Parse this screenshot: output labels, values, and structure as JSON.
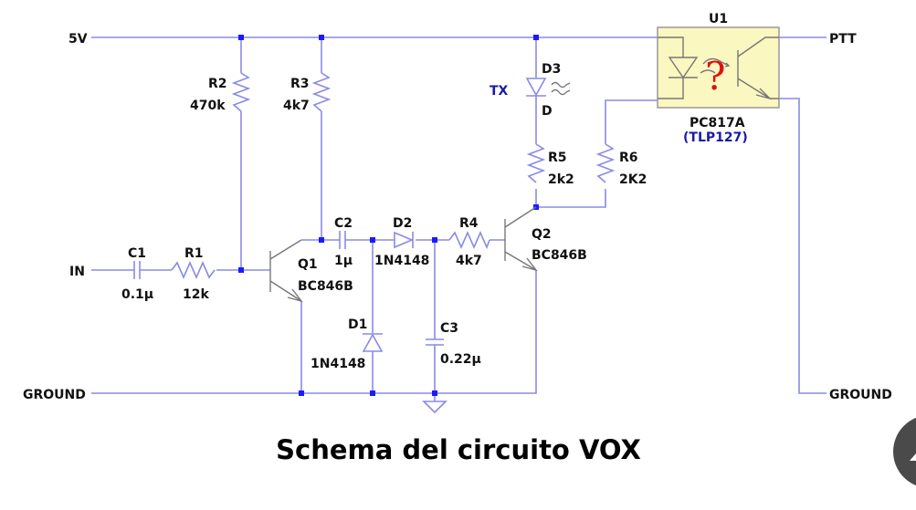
{
  "title": "Schema del circuito VOX",
  "nets": {
    "vcc": "5V",
    "input": "IN",
    "ground_left": "GROUND",
    "ground_right": "GROUND",
    "ptt": "PTT"
  },
  "components": {
    "R1": {
      "ref": "R1",
      "value": "12k"
    },
    "R2": {
      "ref": "R2",
      "value": "470k"
    },
    "R3": {
      "ref": "R3",
      "value": "4k7"
    },
    "R4": {
      "ref": "R4",
      "value": "4k7"
    },
    "R5": {
      "ref": "R5",
      "value": "2k2"
    },
    "R6": {
      "ref": "R6",
      "value": "2K2"
    },
    "C1": {
      "ref": "C1",
      "value": "0.1µ"
    },
    "C2": {
      "ref": "C2",
      "value": "1µ"
    },
    "C3": {
      "ref": "C3",
      "value": "0.22µ"
    },
    "D1": {
      "ref": "D1",
      "value": "1N4148"
    },
    "D2": {
      "ref": "D2",
      "value": "1N4148"
    },
    "D3": {
      "ref": "D3",
      "value": "D",
      "tag": "TX"
    },
    "Q1": {
      "ref": "Q1",
      "value": "BC846B"
    },
    "Q2": {
      "ref": "Q2",
      "value": "BC846B"
    },
    "U1": {
      "ref": "U1",
      "value": "PC817A",
      "alt": "(TLP127)"
    }
  },
  "annotation": "?",
  "colors": {
    "wire": "#8a8ae6",
    "node": "#1a1aff",
    "opto_fill": "#fbf7c0",
    "annotation": "#e01010",
    "alt_label": "#1a1aa8"
  }
}
